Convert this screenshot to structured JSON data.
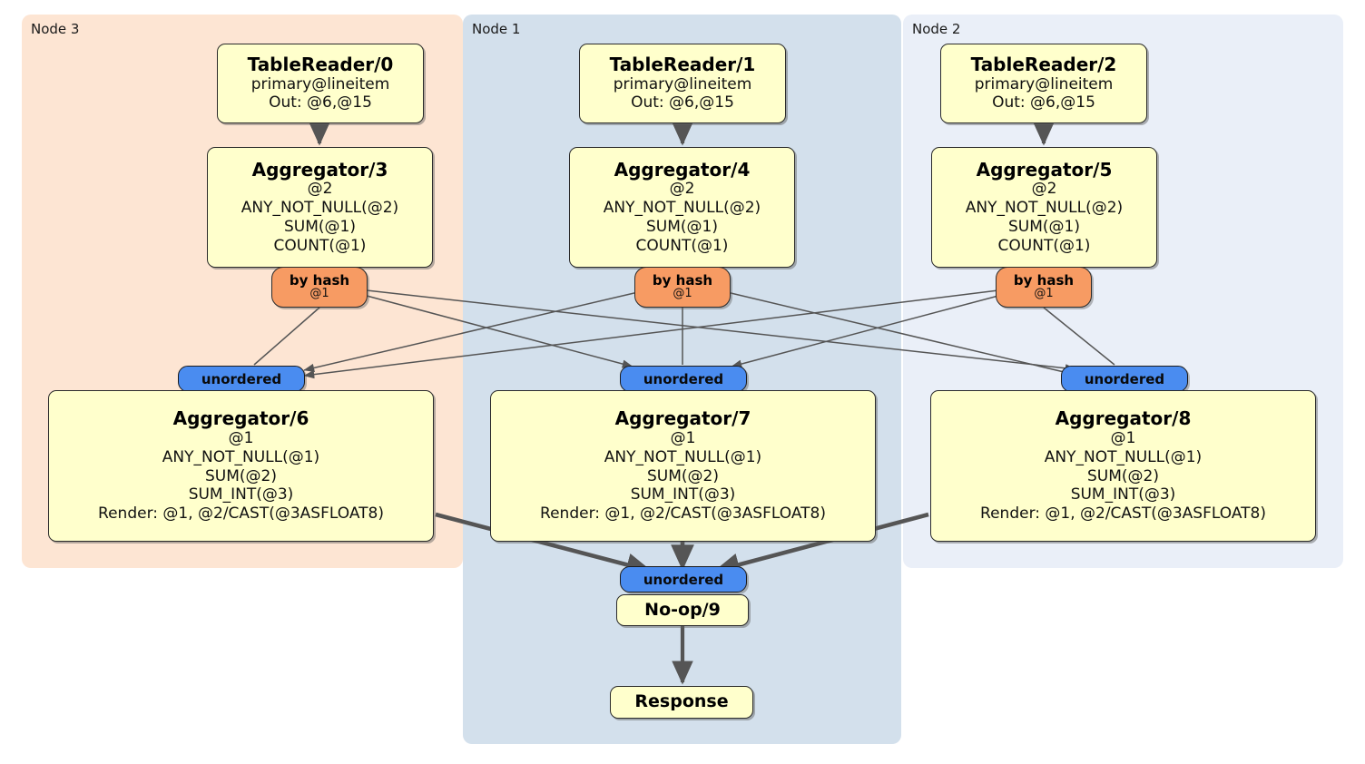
{
  "diagram": {
    "type": "distributed-query-plan",
    "colors": {
      "node3_panel": "#fde5d3",
      "node1_panel": "#d3e0ec",
      "node2_panel": "#eaeff8",
      "operator_box": "#ffffcc",
      "by_hash": "#f79b63",
      "unordered": "#4a8cf0",
      "edge": "#555555"
    },
    "panels": [
      {
        "id": "node3",
        "label": "Node 3"
      },
      {
        "id": "node1",
        "label": "Node 1"
      },
      {
        "id": "node2",
        "label": "Node 2"
      }
    ],
    "nodes": {
      "tablereader0": {
        "title": "TableReader/0",
        "lines": [
          "primary@lineitem",
          "Out: @6,@15"
        ]
      },
      "tablereader1": {
        "title": "TableReader/1",
        "lines": [
          "primary@lineitem",
          "Out: @6,@15"
        ]
      },
      "tablereader2": {
        "title": "TableReader/2",
        "lines": [
          "primary@lineitem",
          "Out: @6,@15"
        ]
      },
      "aggregator3": {
        "title": "Aggregator/3",
        "lines": [
          "@2",
          "ANY_NOT_NULL(@2)",
          "SUM(@1)",
          "COUNT(@1)"
        ]
      },
      "aggregator4": {
        "title": "Aggregator/4",
        "lines": [
          "@2",
          "ANY_NOT_NULL(@2)",
          "SUM(@1)",
          "COUNT(@1)"
        ]
      },
      "aggregator5": {
        "title": "Aggregator/5",
        "lines": [
          "@2",
          "ANY_NOT_NULL(@2)",
          "SUM(@1)",
          "COUNT(@1)"
        ]
      },
      "aggregator6": {
        "title": "Aggregator/6",
        "lines": [
          "@1",
          "ANY_NOT_NULL(@1)",
          "SUM(@2)",
          "SUM_INT(@3)",
          "Render: @1, @2/CAST(@3ASFLOAT8)"
        ]
      },
      "aggregator7": {
        "title": "Aggregator/7",
        "lines": [
          "@1",
          "ANY_NOT_NULL(@1)",
          "SUM(@2)",
          "SUM_INT(@3)",
          "Render: @1, @2/CAST(@3ASFLOAT8)"
        ]
      },
      "aggregator8": {
        "title": "Aggregator/8",
        "lines": [
          "@1",
          "ANY_NOT_NULL(@1)",
          "SUM(@2)",
          "SUM_INT(@3)",
          "Render: @1, @2/CAST(@3ASFLOAT8)"
        ]
      },
      "byhash_left": {
        "title": "by hash",
        "sub": "@1"
      },
      "byhash_center": {
        "title": "by hash",
        "sub": "@1"
      },
      "byhash_right": {
        "title": "by hash",
        "sub": "@1"
      },
      "unordered_left": {
        "title": "unordered"
      },
      "unordered_center": {
        "title": "unordered"
      },
      "unordered_right": {
        "title": "unordered"
      },
      "unordered_final": {
        "title": "unordered"
      },
      "noop9": {
        "title": "No-op/9"
      },
      "response": {
        "title": "Response"
      }
    }
  }
}
